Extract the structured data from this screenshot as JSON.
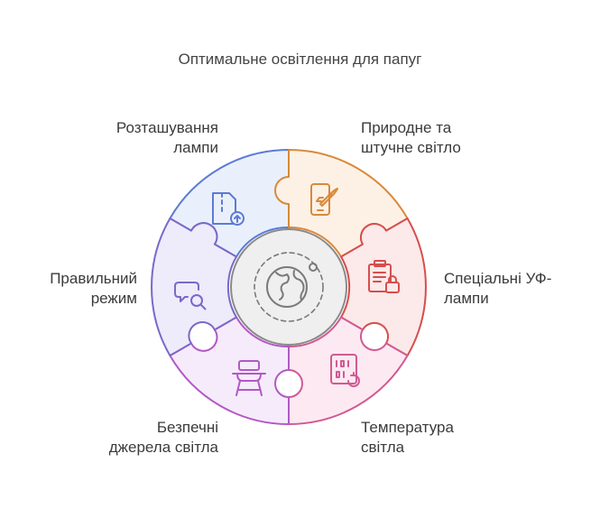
{
  "title": "Оптимальне освітлення для папуг",
  "segments": [
    {
      "id": "lamp-position",
      "label": "Розташування\nлампи",
      "icon": "document-upload-icon",
      "fill": "#eaf0fb",
      "stroke": "#5b7bd6"
    },
    {
      "id": "natural-artificial",
      "label": "Природне та\nштучне світло",
      "icon": "phone-rocket-icon",
      "fill": "#fdf1e6",
      "stroke": "#d9893a"
    },
    {
      "id": "uv-lamps",
      "label": "Спеціальні УФ-\nлампи",
      "icon": "clipboard-lock-icon",
      "fill": "#fce9e9",
      "stroke": "#d64e4e"
    },
    {
      "id": "temperature",
      "label": "Температура\nсвітла",
      "icon": "binary-refresh-icon",
      "fill": "#fce9f2",
      "stroke": "#d05a92"
    },
    {
      "id": "safe-sources",
      "label": "Безпечні\nджерела світла",
      "icon": "highchair-icon",
      "fill": "#f6ebfa",
      "stroke": "#b258c6"
    },
    {
      "id": "regime",
      "label": "Правильний\nрежим",
      "icon": "chat-search-icon",
      "fill": "#eeebfa",
      "stroke": "#7b68c8"
    }
  ],
  "center": {
    "icon": "globe-icon",
    "fill": "#efefef",
    "stroke": "#7a7a7a"
  }
}
